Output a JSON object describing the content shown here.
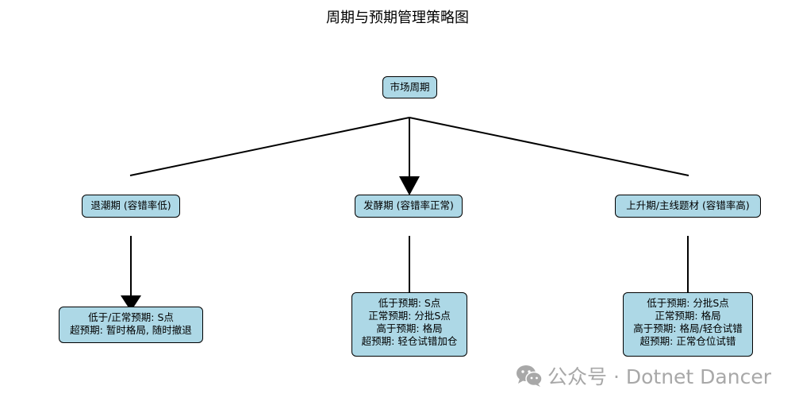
{
  "title": "周期与预期管理策略图",
  "nodes": {
    "root": {
      "label": "市场周期"
    },
    "ebb": {
      "label": "退潮期 (容错率低)"
    },
    "ferment": {
      "label": "发酵期 (容错率正常)"
    },
    "rise": {
      "label": "上升期/主线题材 (容错率高)"
    },
    "ebb_strategy": {
      "lines": [
        "低于/正常预期: S点",
        "超预期: 暂时格局, 随时撤退"
      ]
    },
    "ferment_strategy": {
      "lines": [
        "低于预期: S点",
        "正常预期: 分批S点",
        "高于预期: 格局",
        "超预期: 轻仓试错加仓"
      ]
    },
    "rise_strategy": {
      "lines": [
        "低于预期: 分批S点",
        "正常预期: 格局",
        "高于预期: 格局/轻仓试错",
        "超预期: 正常仓位试错"
      ]
    }
  },
  "watermark": {
    "text": "公众号 · Dotnet Dancer",
    "icon": "wechat-icon"
  },
  "colors": {
    "node_fill": "#add8e6",
    "node_border": "#000000",
    "edge": "#000000",
    "watermark": "#a8a8a8"
  }
}
